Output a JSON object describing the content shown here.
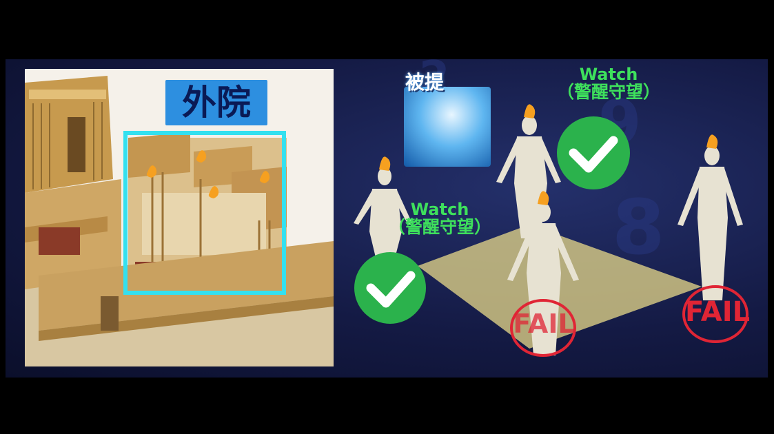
{
  "outer_court_label": "外院",
  "rapture_label": "被提",
  "watch_labels": [
    {
      "en": "Watch",
      "zh": "（警醒守望）"
    },
    {
      "en": "Watch",
      "zh": "（警醒守望）"
    }
  ],
  "fail_labels": [
    "FAIL",
    "FAIL"
  ],
  "colors": {
    "highlight_box": "#34e0ef",
    "title_bg": "#2d8fe0",
    "watch_text": "#3ee05c",
    "check_green": "#2bb24c",
    "fail_red": "#e02535",
    "background": "#141a44"
  }
}
